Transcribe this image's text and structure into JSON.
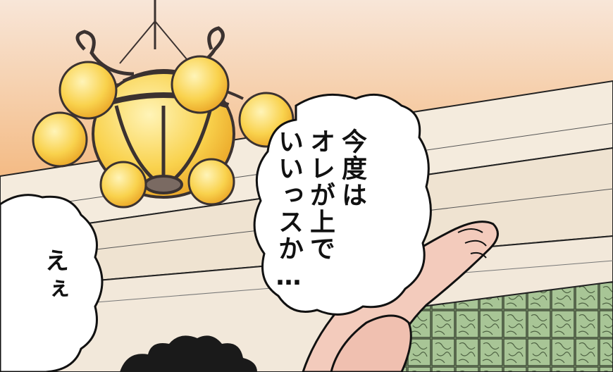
{
  "panel": {
    "speech_bubbles": [
      {
        "id": "right",
        "text": "今度は\nオレが上で\nいいっスか…"
      },
      {
        "id": "left",
        "text": "えぇ"
      }
    ]
  },
  "palette": {
    "sky_top": "#f6d9c4",
    "sky_bottom": "#f2a15b",
    "wall": "#f1e6d6",
    "lamp_glass": "#f7c63a",
    "lamp_metal": "#4a3f3b",
    "skin": "#f3cbbc",
    "curtain": "#9cbb8a",
    "ink": "#111111"
  },
  "icons": [
    "chandelier-icon",
    "hair-icon",
    "foot-icon"
  ]
}
